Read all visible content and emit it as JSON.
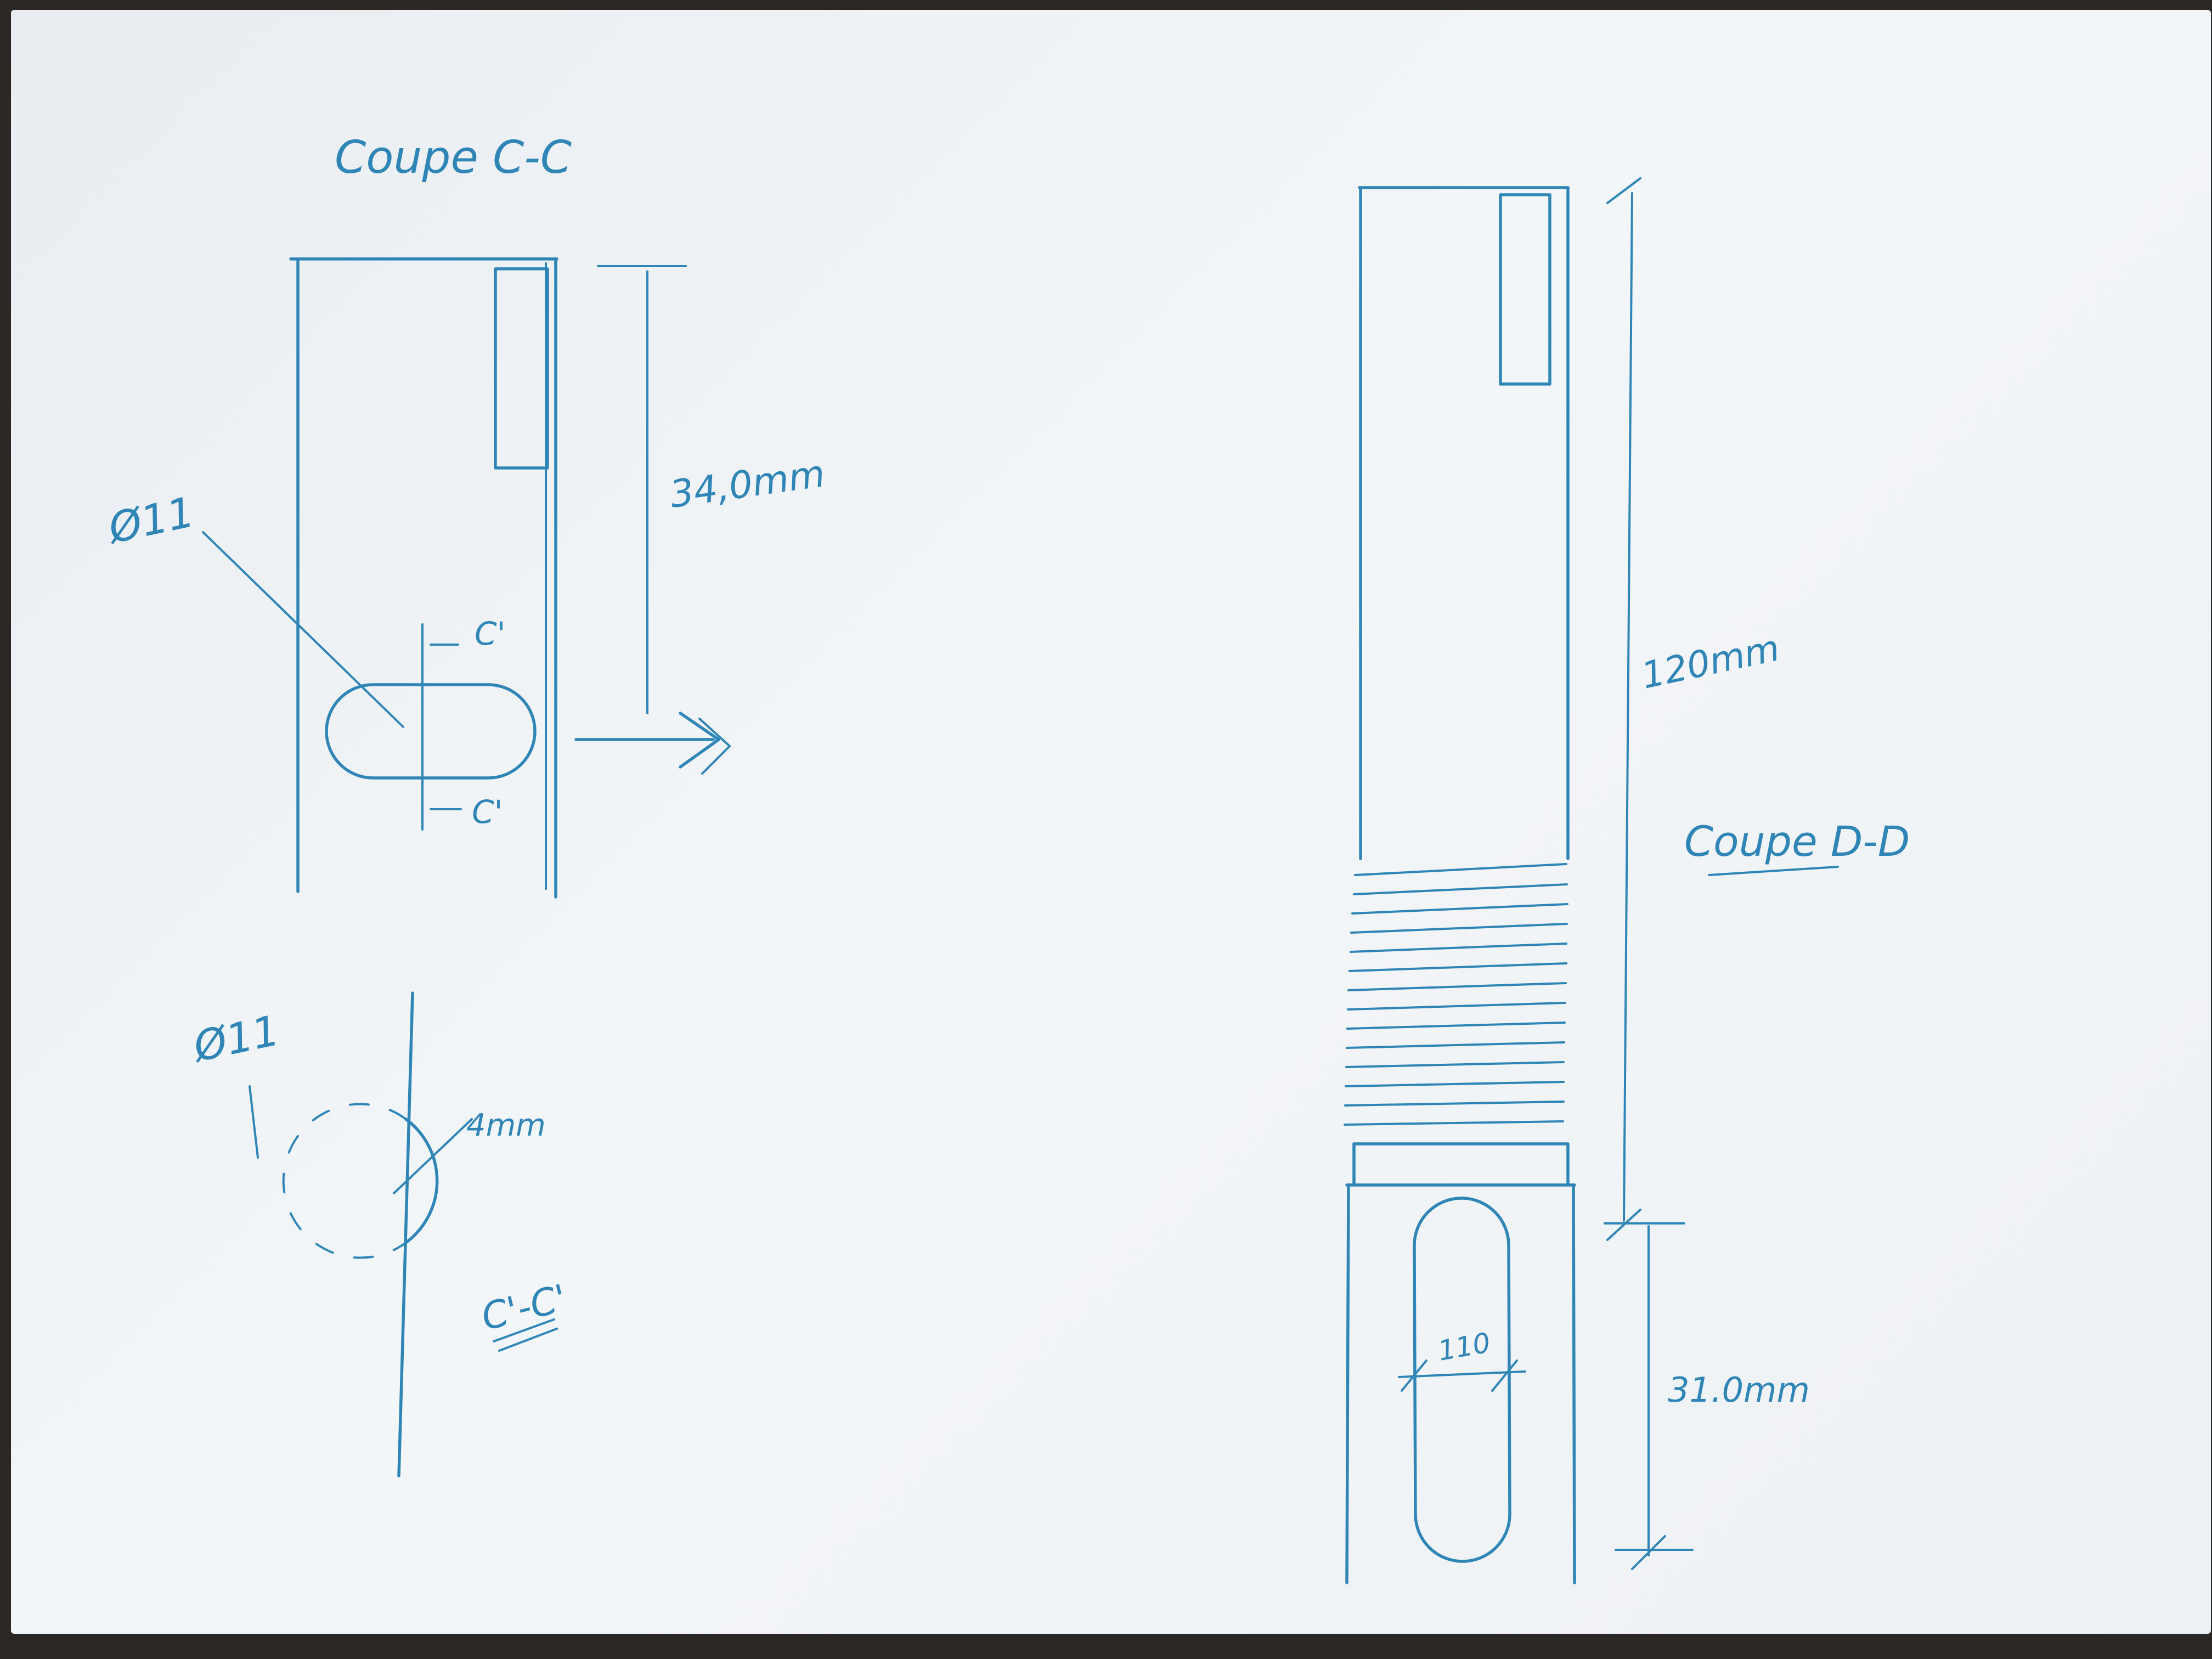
{
  "left_section": {
    "title": "Coupe C-C",
    "height_dim": "34,0mm",
    "slot_diameter": "Ø11",
    "section_marker_top": "C'",
    "section_marker_bottom": "C'"
  },
  "detail_section": {
    "diameter": "Ø11",
    "wall_thickness": "4mm",
    "label": "C'-C'"
  },
  "right_section": {
    "title": "Coupe D-D",
    "length_dim": "120mm",
    "slot_length_dim": "31.0mm",
    "slot_width_dim": "110"
  },
  "colors": {
    "ink": "#2f86b6",
    "paper": "#eef2f5",
    "background": "#2b2725"
  }
}
